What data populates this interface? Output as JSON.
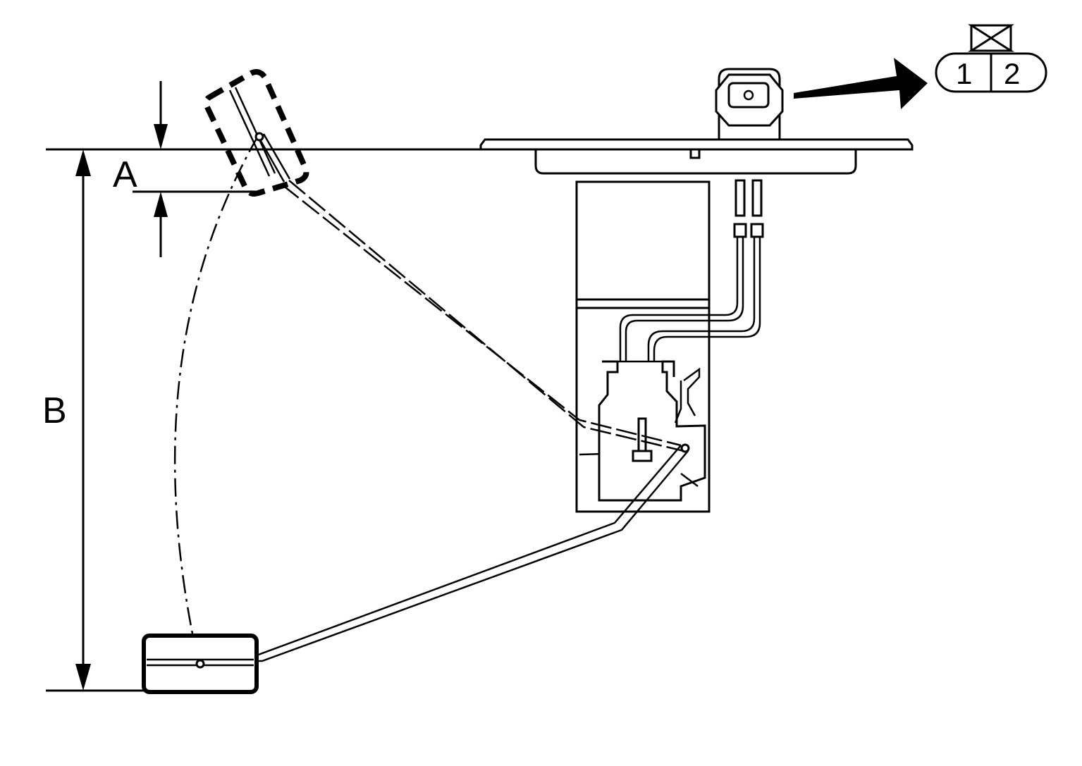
{
  "labels": {
    "dimension_a": "A",
    "dimension_b": "B"
  },
  "connector": {
    "pin1": "1",
    "pin2": "2"
  }
}
